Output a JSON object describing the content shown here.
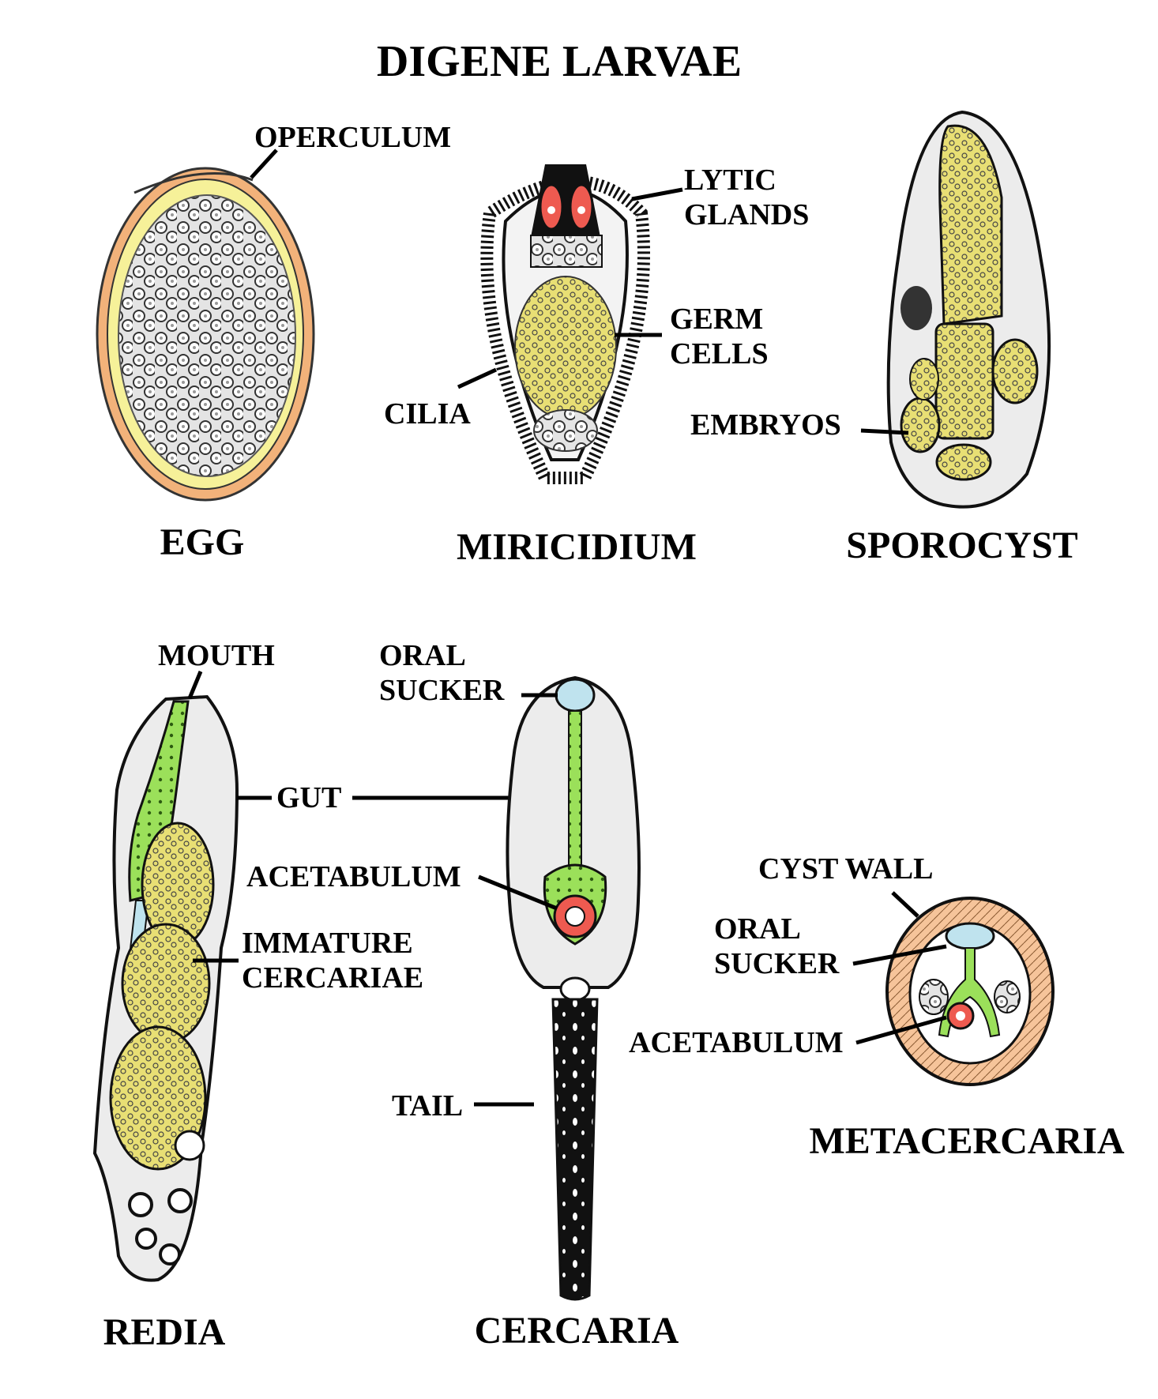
{
  "title": "DIGENE LARVAE",
  "colors": {
    "shell": "#f2b27a",
    "yolk": "#f6f199",
    "germ_yellow": "#e8df74",
    "gland_red": "#ee5a50",
    "gut_green": "#9be05a",
    "sucker_blue": "#bfe3ee",
    "cyst_wall": "#f6c49a",
    "body_gray": "#eeeeee"
  },
  "stages": {
    "egg": "EGG",
    "miracidium": "MIRICIDIUM",
    "sporocyst": "SPOROCYST",
    "redia": "REDIA",
    "cercaria": "CERCARIA",
    "metacercaria": "METACERCARIA"
  },
  "labels": {
    "operculum": "OPERCULUM",
    "lytic_1": "LYTIC",
    "lytic_2": "GLANDS",
    "germ_1": "GERM",
    "germ_2": "CELLS",
    "cilia": "CILIA",
    "embryos": "EMBRYOS",
    "mouth": "MOUTH",
    "oral_1": "ORAL",
    "oral_2": "SUCKER",
    "gut": "GUT",
    "acetabulum": "ACETABULUM",
    "immature_1": "IMMATURE",
    "immature_2": "CERCARIAE",
    "tail": "TAIL",
    "cyst_wall": "CYST WALL",
    "meta_oral_1": "ORAL",
    "meta_oral_2": "SUCKER",
    "meta_acetabulum": "ACETABULUM"
  }
}
